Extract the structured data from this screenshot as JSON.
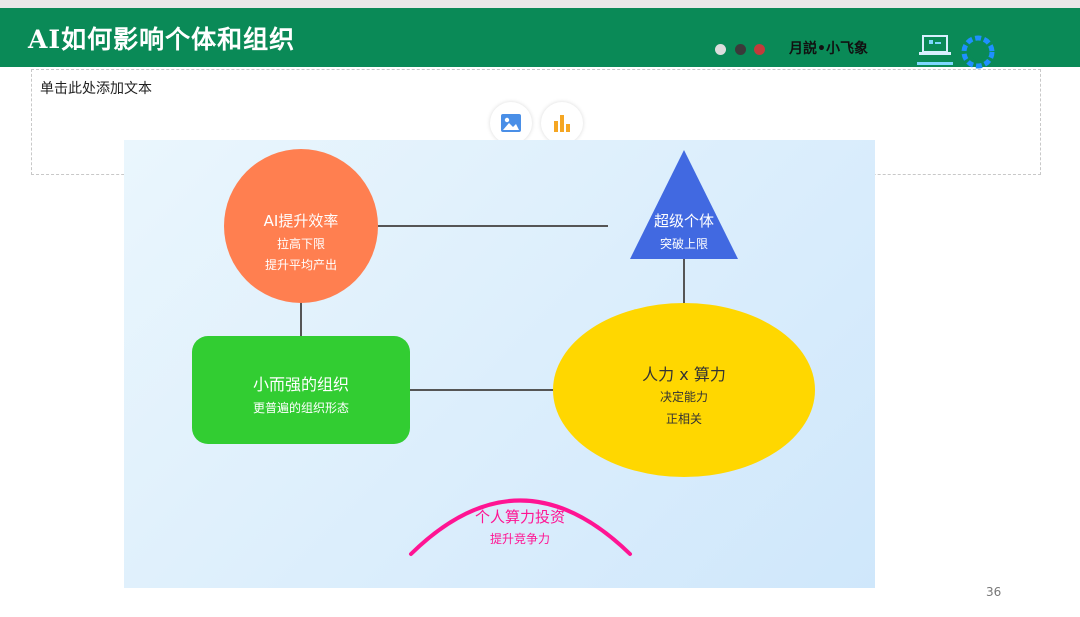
{
  "slide": {
    "title": "AI如何影响个体和组织",
    "brand": "月説•小飞象",
    "page_number": "36",
    "colors": {
      "header": "#0a8a57",
      "dot1": "#dddddd",
      "dot2": "#3a3a3a",
      "dot3": "#c23b3b"
    }
  },
  "placeholder": {
    "text": "单击此处添加文本",
    "insert_icons": [
      "image-icon",
      "chart-icon"
    ]
  },
  "diagram": {
    "circle": {
      "title": "AI提升效率",
      "line1": "拉高下限",
      "line2": "提升平均产出",
      "color": "#ff7f50"
    },
    "triangle": {
      "title": "超级个体",
      "line1": "突破上限",
      "color": "#4169e1"
    },
    "rect": {
      "title": "小而强的组织",
      "line1": "更普遍的组织形态",
      "color": "#32cd32"
    },
    "ellipse": {
      "title": "人力 x 算力",
      "line1": "决定能力",
      "line2": "正相关",
      "color": "#ffd700"
    },
    "arc": {
      "title": "个人算力投资",
      "line1": "提升竞争力",
      "color": "#ff1493"
    }
  }
}
